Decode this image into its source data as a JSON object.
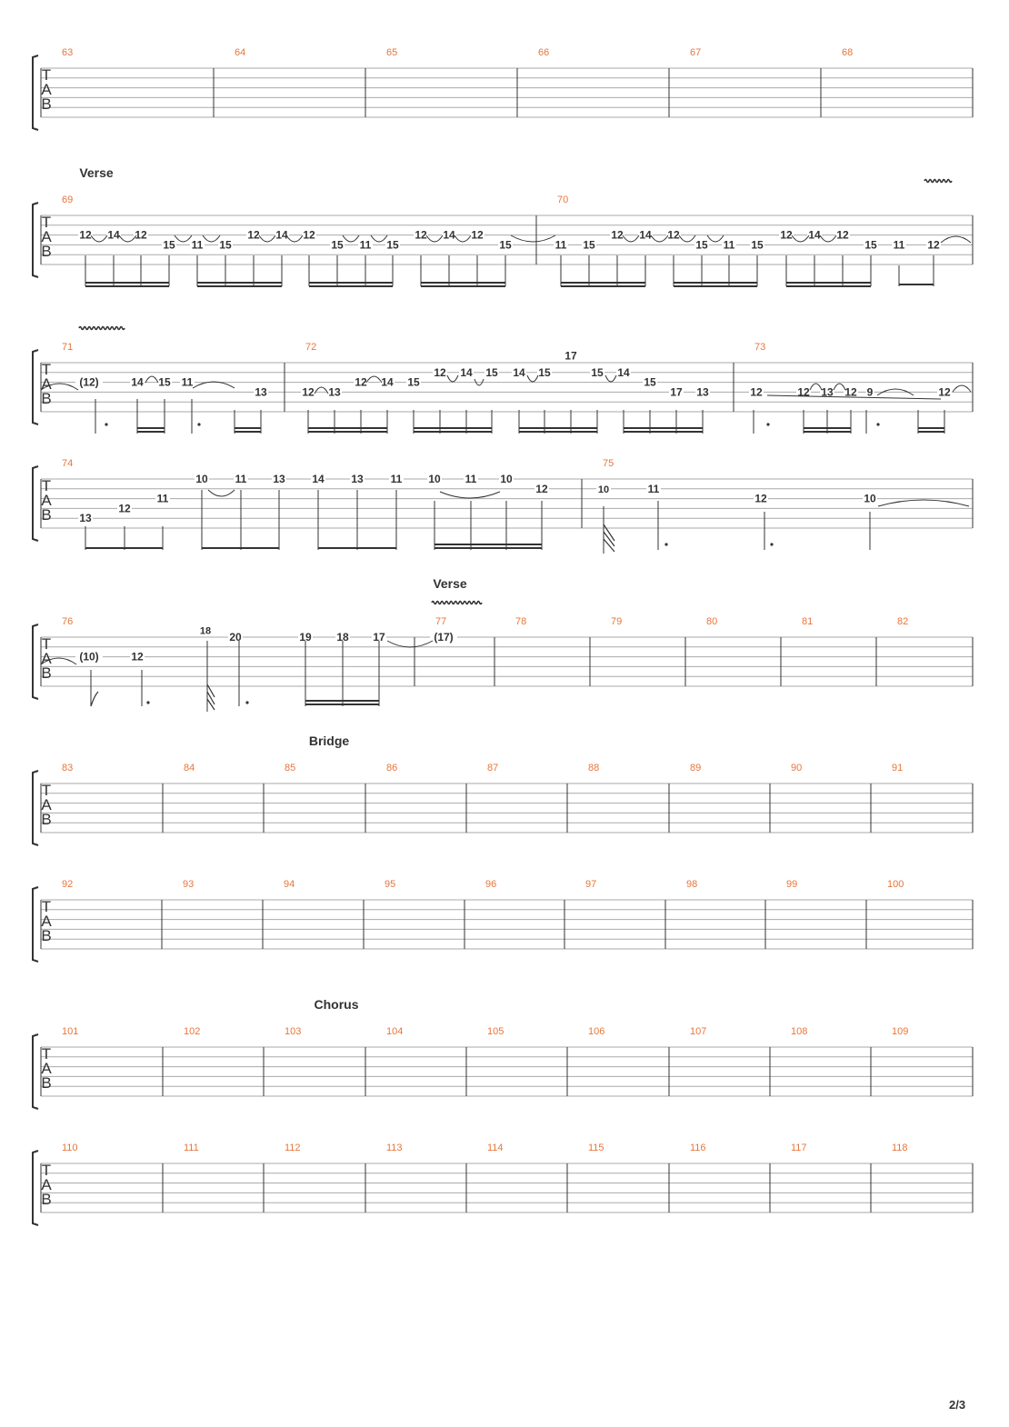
{
  "page": {
    "page_number": "2/3"
  },
  "colors": {
    "measure_number": "#e8753a",
    "staff_line": "#aaaaaa",
    "ink": "#333333",
    "background": "#ffffff"
  },
  "clef": [
    "T",
    "A",
    "B"
  ],
  "systems": [
    {
      "section": "",
      "measures": [
        "63",
        "64",
        "65",
        "66",
        "67",
        "68"
      ]
    },
    {
      "section": "Verse",
      "measures": [
        "69",
        "70"
      ],
      "vibrato": true,
      "notes": [
        "12",
        "14",
        "12",
        "15",
        "11",
        "15",
        "12",
        "14",
        "12",
        "15",
        "11",
        "15",
        "12",
        "14",
        "12",
        "15",
        "11",
        "15",
        "12",
        "14",
        "12",
        "15",
        "11",
        "15",
        "12",
        "14",
        "12",
        "15",
        "11",
        "12"
      ]
    },
    {
      "section": "",
      "measures": [
        "71",
        "72",
        "73"
      ],
      "vibrato": true,
      "notes": [
        "(12)",
        "14",
        "15",
        "11",
        "13",
        "12",
        "13",
        "12",
        "14",
        "15",
        "12",
        "14",
        "15",
        "14",
        "15",
        "17",
        "15",
        "14",
        "15",
        "17",
        "13",
        "12",
        "12",
        "13",
        "12",
        "9",
        "12"
      ]
    },
    {
      "section": "",
      "measures": [
        "74",
        "75"
      ],
      "notes": [
        "13",
        "12",
        "11",
        "10",
        "11",
        "13",
        "14",
        "13",
        "11",
        "10",
        "11",
        "10",
        "12",
        "10",
        "11",
        "12",
        "10"
      ]
    },
    {
      "section": "Verse",
      "measures": [
        "76",
        "77",
        "78",
        "79",
        "80",
        "81",
        "82"
      ],
      "vibrato": true,
      "notes": [
        "(10)",
        "12",
        "18",
        "20",
        "19",
        "18",
        "17",
        "(17)"
      ]
    },
    {
      "section": "Bridge",
      "measures": [
        "83",
        "84",
        "85",
        "86",
        "87",
        "88",
        "89",
        "90",
        "91"
      ]
    },
    {
      "section": "",
      "measures": [
        "92",
        "93",
        "94",
        "95",
        "96",
        "97",
        "98",
        "99",
        "100"
      ]
    },
    {
      "section": "Chorus",
      "measures": [
        "101",
        "102",
        "103",
        "104",
        "105",
        "106",
        "107",
        "108",
        "109"
      ]
    },
    {
      "section": "",
      "measures": [
        "110",
        "111",
        "112",
        "113",
        "114",
        "115",
        "116",
        "117",
        "118"
      ]
    }
  ]
}
